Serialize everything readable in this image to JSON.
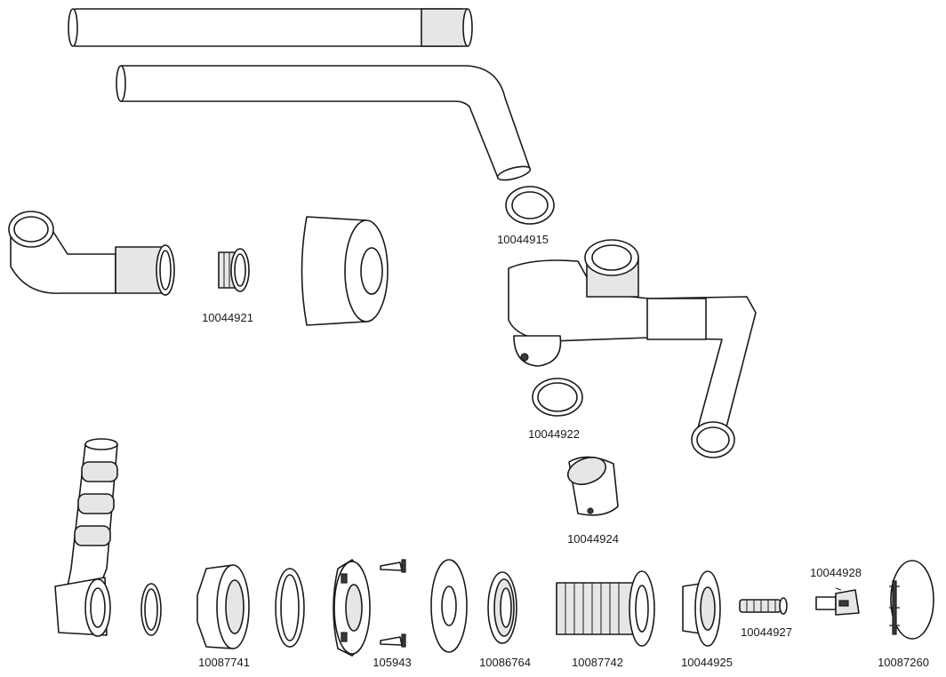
{
  "part_numbers": {
    "p1": "10044915",
    "p2": "10044921",
    "p3": "10044922",
    "p4": "10044924",
    "p5": "10044928",
    "p6": "10044927",
    "p7": "10087741",
    "p8": "105943",
    "p9": "10086764",
    "p10": "10087742",
    "p11": "10044925",
    "p12": "10087260"
  }
}
